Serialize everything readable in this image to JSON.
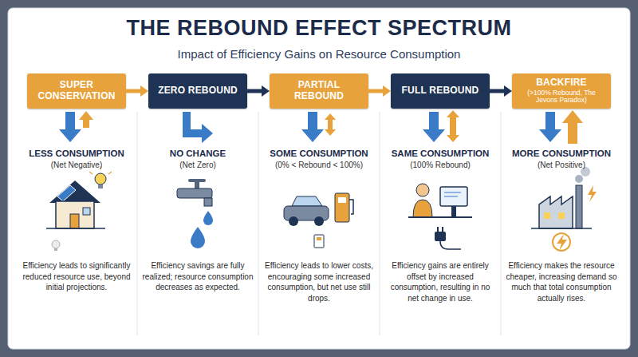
{
  "diagram": {
    "title": "THE REBOUND EFFECT SPECTRUM",
    "nodes": [
      {
        "text": [
          "SUPER CONSERVATION"
        ]
      },
      {
        "text": [
          "ZERO REBOUND"
        ]
      },
      {
        "text": [
          "PARTIAL REBOUND"
        ]
      },
      {
        "text": [
          "FULL REBOUND"
        ]
      },
      {
        "text": [
          "BACKFIRE",
          "(>100% Rebound, The Jevons Paradox)"
        ]
      }
    ],
    "edges": [
      {
        "from": 0,
        "to": 1,
        "arrow": "to"
      },
      {
        "from": 1,
        "to": 2,
        "arrow": "to"
      },
      {
        "from": 2,
        "to": 3,
        "arrow": "to"
      },
      {
        "from": 3,
        "to": 4,
        "arrow": "to"
      }
    ],
    "labels": [
      "Impact of Efficiency Gains on Resource Consumption",
      "LESS CONSUMPTION",
      "(Net Negative)",
      "Efficiency leads to significantly reduced resource use, beyond initial projections.",
      "NO CHANGE",
      "(Net Zero)",
      "Efficiency savings are fully realized; resource consumption decreases as expected.",
      "SOME CONSUMPTION",
      "(0% < Rebound < 100%)",
      "Efficiency leads to lower costs, encouraging some increased consumption, but net use still drops.",
      "SAME CONSUMPTION",
      "(100% Rebound)",
      "Efficiency gains are entirely offset by increased consumption, resulting in no net change in use.",
      "MORE CONSUMPTION",
      "(Net Positive)",
      "Efficiency makes the resource cheaper, increasing demand so much that total consumption actually rises."
    ]
  }
}
